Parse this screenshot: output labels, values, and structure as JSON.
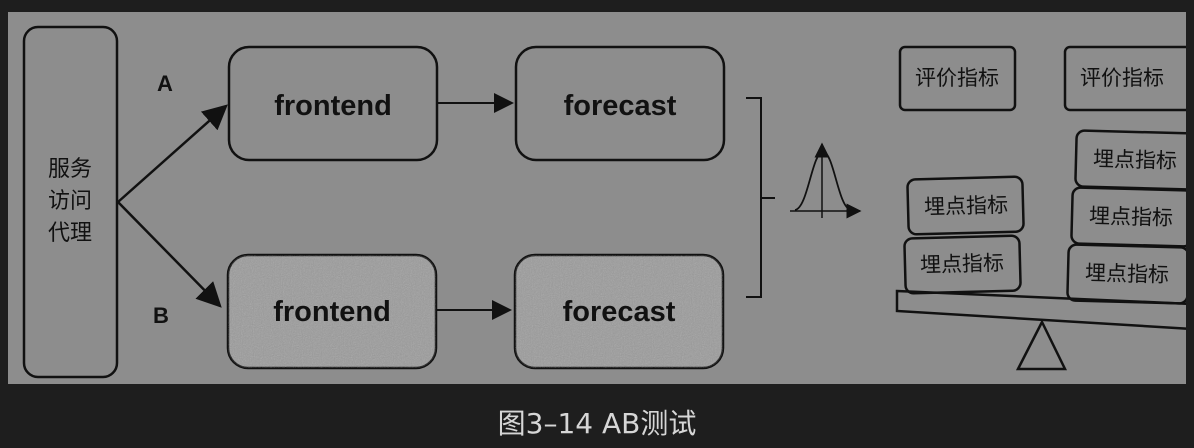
{
  "diagram": {
    "proxy": {
      "lines": [
        "服务",
        "访问",
        "代理"
      ]
    },
    "branch_a_label": "A",
    "branch_b_label": "B",
    "nodes": {
      "a_frontend": "frontend",
      "a_forecast": "forecast",
      "b_frontend": "frontend",
      "b_forecast": "forecast"
    },
    "eval_metric_left": "评价指标",
    "eval_metric_right": "评价指标",
    "tracking_metrics_left": [
      "埋点指标",
      "埋点指标"
    ],
    "tracking_metrics_right": [
      "埋点指标",
      "埋点指标",
      "埋点指标"
    ]
  },
  "caption": "图3–14 AB测试",
  "colors": {
    "panel_bg": "#8d8d8d",
    "page_bg": "#1e1e1e",
    "stroke": "#111111",
    "caption_text": "#d6d6d6"
  }
}
